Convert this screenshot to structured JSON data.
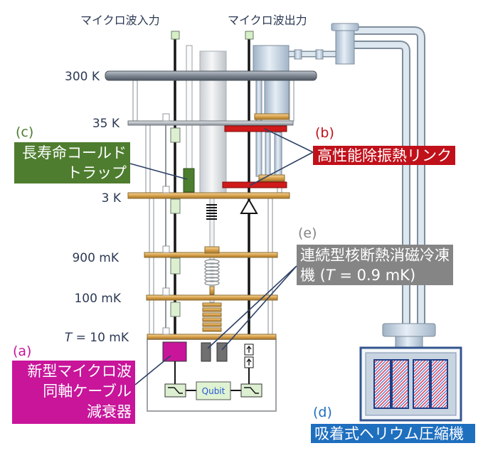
{
  "microwave": {
    "input_label": "マイクロ波入力",
    "output_label": "マイクロ波出力"
  },
  "stages": {
    "k300": "300 K",
    "k35": "35 K",
    "k3": "3 K",
    "mk900": "900 mK",
    "mk100": "100 mK",
    "mk10": {
      "symbol": "T",
      "value": " = 10 mK"
    }
  },
  "callouts": {
    "a": {
      "tag": "(a)",
      "lines": [
        "新型マイクロ波",
        "同軸ケーブル",
        "減衰器"
      ],
      "color": "#c8159a"
    },
    "b": {
      "tag": "(b)",
      "lines": [
        "高性能除振熱リンク"
      ],
      "color": "#c0111b"
    },
    "c": {
      "tag": "(c)",
      "lines": [
        "長寿命コールド",
        "トラップ"
      ],
      "color": "#4e7d2f"
    },
    "d": {
      "tag": "(d)",
      "lines": [
        "吸着式ヘリウム圧縮機"
      ],
      "color": "#1f6fbf"
    },
    "e": {
      "tag": "(e)",
      "line1": "連続型核断熱消磁冷凍",
      "line2_prefix": "機 (",
      "line2_symbol": "T",
      "line2_suffix": " = 0.9 mK)",
      "color": "#858585"
    }
  },
  "qubit_label": "Qubit"
}
